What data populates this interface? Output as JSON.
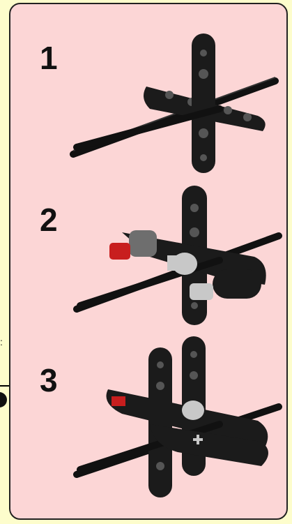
{
  "steps": [
    {
      "number": "1"
    },
    {
      "number": "2"
    },
    {
      "number": "3"
    }
  ],
  "colors": {
    "page_background": "#fdfdcc",
    "panel_background": "#fcd6d6",
    "border": "#222222",
    "part_black": "#1b1b1b",
    "part_red": "#c81e1e",
    "part_gray": "#6e6e6e",
    "part_light_gray": "#c8c8c8"
  }
}
